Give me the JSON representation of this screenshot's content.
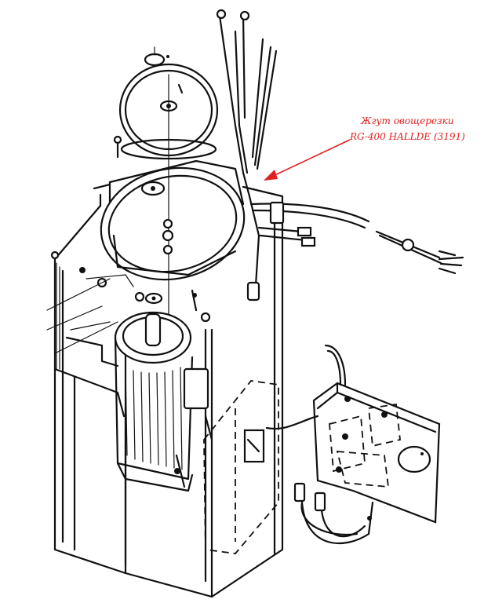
{
  "callout": {
    "line1": "Жгут овощерезки",
    "line2": "RG-400 HALLDE (3191)",
    "color": "#e02020"
  },
  "figure": {
    "type": "exploded-assembly-drawing",
    "line_color": "#111111",
    "background": "#ffffff"
  }
}
